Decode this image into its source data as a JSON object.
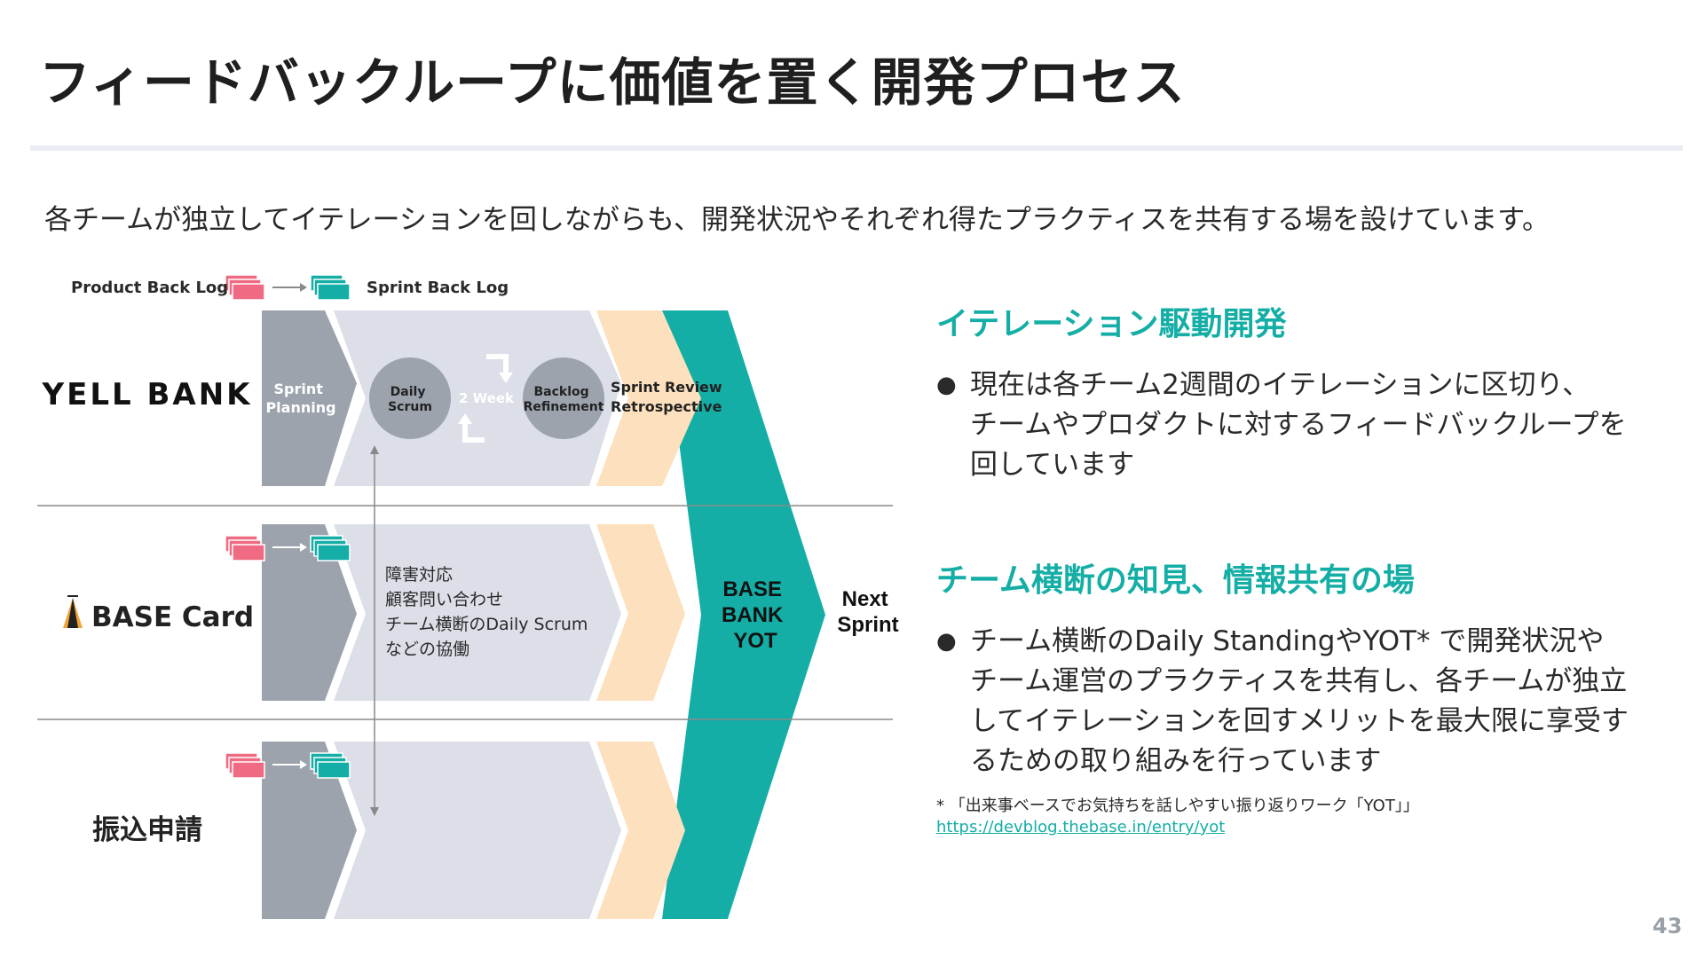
{
  "slide": {
    "title": "フィードバックループに価値を置く開発プロセス",
    "intro": "各チームが独立してイテレーションを回しながらも、開発状況やそれぞれ得たプラクティスを共有する場を設けています。",
    "page_number": "43"
  },
  "diagram": {
    "product_backlog_label": "Product Back Log",
    "sprint_backlog_label": "Sprint Back Log",
    "teams": [
      "YELL BANK",
      "BASE Card",
      "振込申請"
    ],
    "sprint_planning": [
      "Sprint",
      "Planning"
    ],
    "daily_scrum": [
      "Daily",
      "Scrum"
    ],
    "two_week": "2 Week",
    "backlog_refinement": [
      "Backlog",
      "Refinement"
    ],
    "sprint_review": [
      "Sprint Review",
      "Retrospective"
    ],
    "shared_lines": [
      "障害対応",
      "顧客問い合わせ",
      "チーム横断のDaily Scrum",
      "などの協働"
    ],
    "teal_box": [
      "BASE",
      "BANK",
      "YOT"
    ],
    "next_sprint": [
      "Next",
      "Sprint"
    ]
  },
  "right": {
    "heading1": "イテレーション駆動開発",
    "bullet1": "現在は各チーム2週間のイテレーションに区切り、\nチームやプロダクトに対するフィードバックループを\n回しています",
    "heading2": "チーム横断の知見、情報共有の場",
    "bullet2": "チーム横断のDaily StandingやYOT* で開発状況や\nチーム運営のプラクティスを共有し、各チームが独立\nしてイテレーションを回すメリットを最大限に享受す\nるための取り組みを行っています",
    "bullet_symbol": "●"
  },
  "footnote": {
    "text": "* 「出来事ベースでお気持ちを話しやすい振り返りワーク「YOT」」",
    "link": "https://devblog.thebase.in/entry/yot"
  },
  "colors": {
    "teal": "#14aea6",
    "gray_dark": "#9ca3ad",
    "gray_light": "#dcdfe8",
    "peach": "#fde0bd",
    "pink": "#ef6a82"
  }
}
